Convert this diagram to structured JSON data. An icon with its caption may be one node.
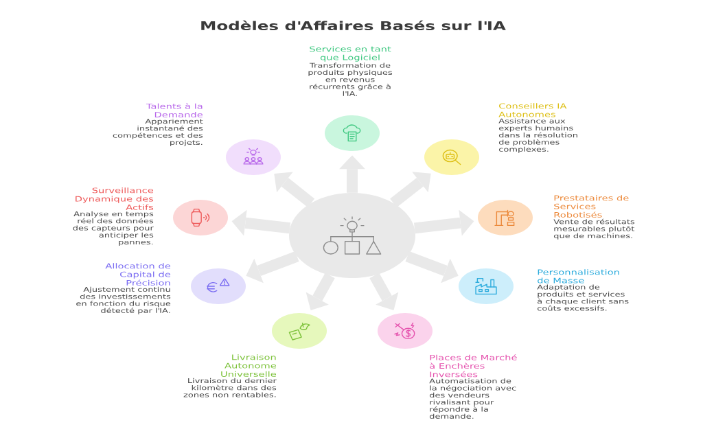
{
  "diagram": {
    "title": "Modèles d'Affaires Basés sur l'IA",
    "nodes": [
      {
        "text": [],
        "shape": "circle"
      },
      {
        "text": [
          "Services en tant que Logiciel",
          "Transformation de produits physiques en revenus récurrents grâce à l'IA."
        ]
      },
      {
        "text": [
          "Conseillers IA Autonomes",
          "Assistance aux experts humains dans la résolution de problèmes complexes."
        ]
      },
      {
        "text": [
          "Prestataires de Services Robotisés",
          "Vente de résultats mesurables plutôt que de machines."
        ]
      },
      {
        "text": [
          "Personnalisation de Masse",
          "Adaptation de produits et services à chaque client sans coûts excessifs."
        ]
      },
      {
        "text": [
          "Places de Marché à Enchères Inversées",
          "Automatisation de la négociation avec des vendeurs rivalisant pour répondre à la demande."
        ]
      },
      {
        "text": [
          "Livraison Autonome Universelle",
          "Livraison du dernier kilomètre dans des zones non rentables."
        ]
      },
      {
        "text": [
          "Allocation de Capital de Précision",
          "Ajustement continu des investissements en fonction du risque détecté par l'IA."
        ]
      },
      {
        "text": [
          "Surveillance Dynamique des Actifs",
          "Analyse en temps réel des données des capteurs pour anticiper les pannes."
        ]
      },
      {
        "text": [
          "Talents à la Demande",
          "Appariement instantané des compétences et des projets."
        ]
      }
    ],
    "edges": [
      {
        "from": 0,
        "to": 1,
        "arrow": "to"
      },
      {
        "from": 0,
        "to": 2,
        "arrow": "to"
      },
      {
        "from": 0,
        "to": 3,
        "arrow": "to"
      },
      {
        "from": 0,
        "to": 4,
        "arrow": "to"
      },
      {
        "from": 0,
        "to": 5,
        "arrow": "to"
      },
      {
        "from": 0,
        "to": 6,
        "arrow": "to"
      },
      {
        "from": 0,
        "to": 7,
        "arrow": "to"
      },
      {
        "from": 0,
        "to": 8,
        "arrow": "to"
      },
      {
        "from": 0,
        "to": 9,
        "arrow": "to"
      }
    ]
  }
}
